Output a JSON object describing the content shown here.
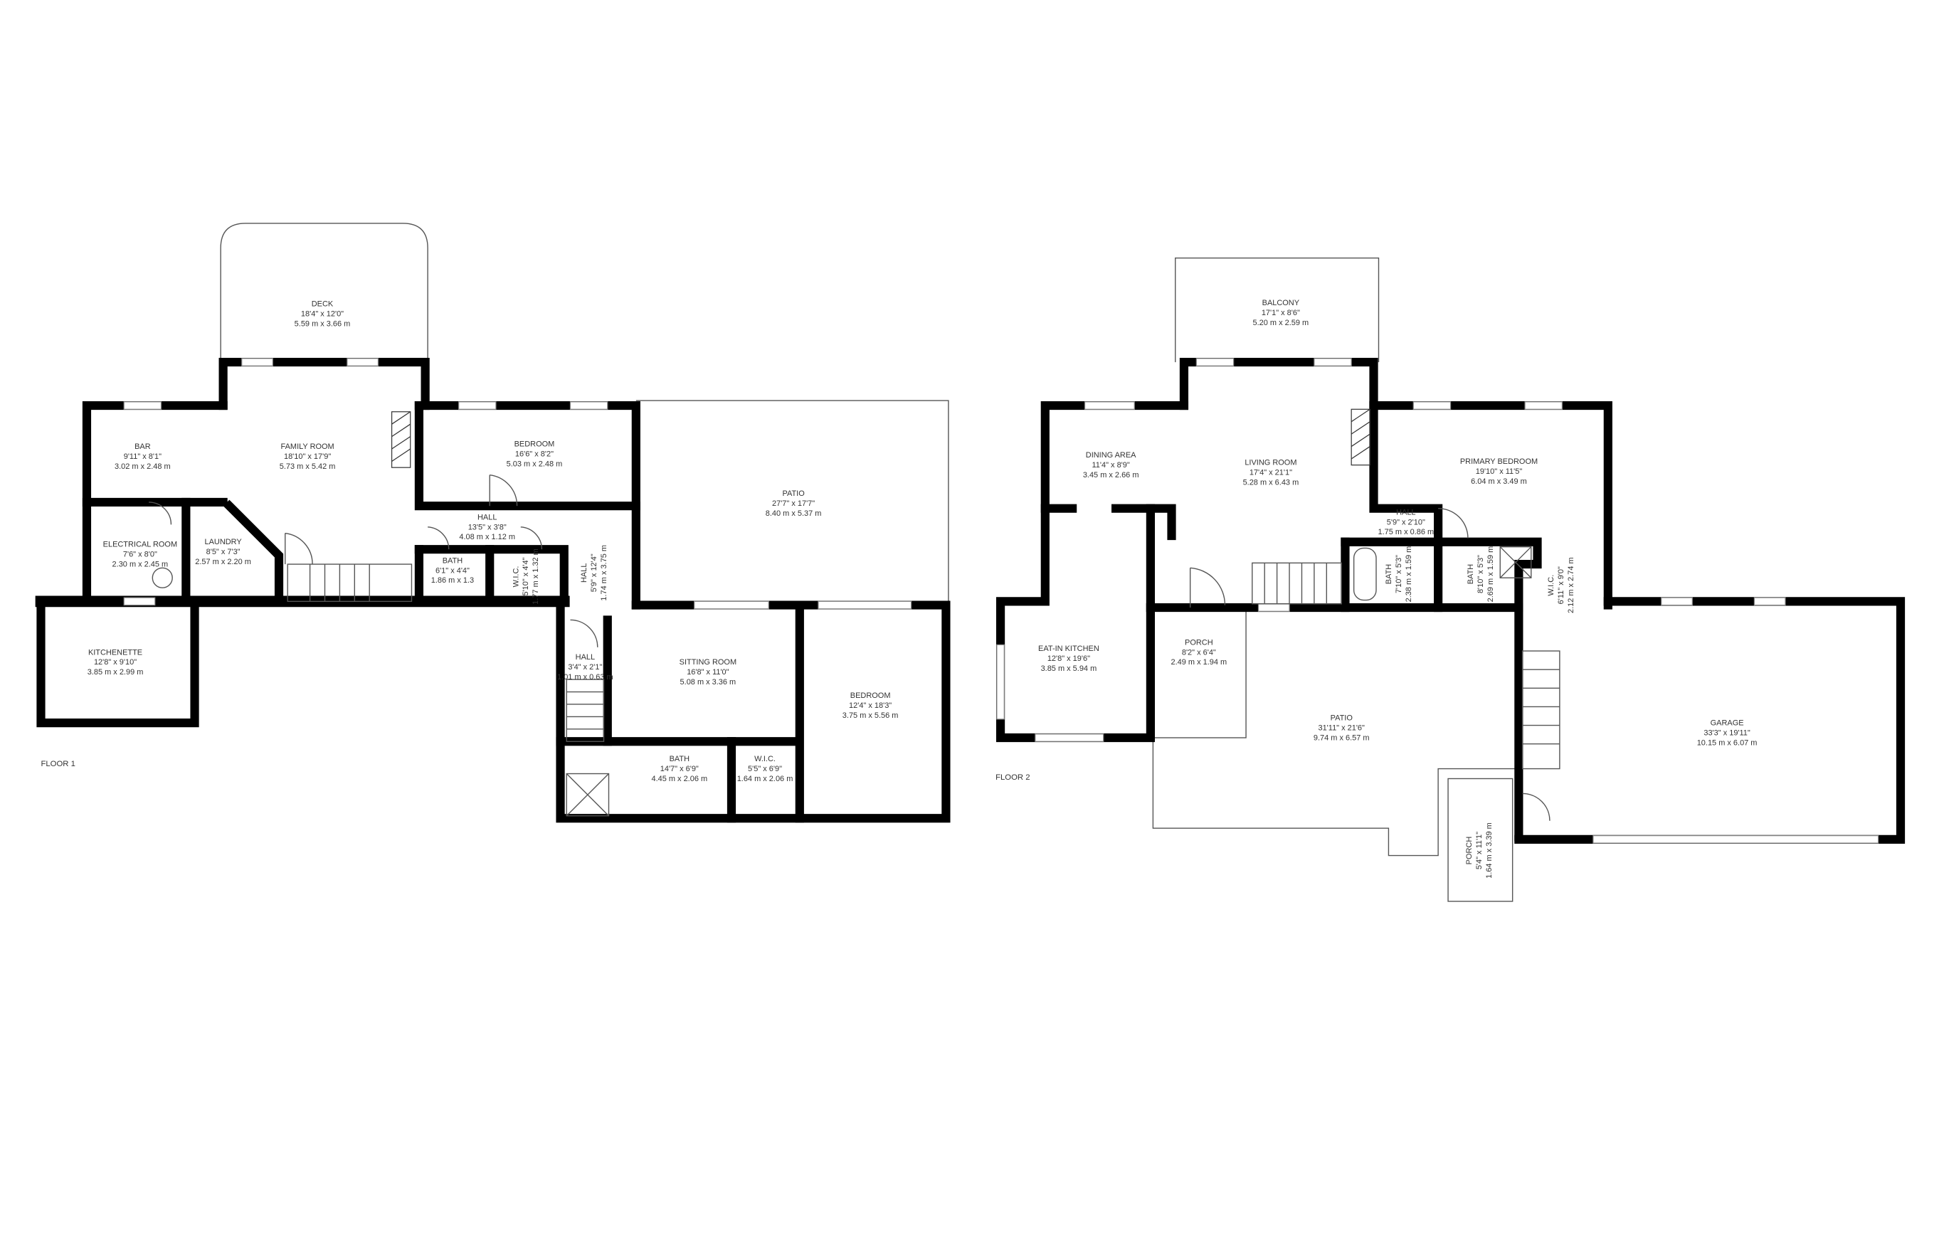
{
  "floor1": {
    "label": "FLOOR 1",
    "rooms": [
      {
        "name": "DECK",
        "imperial": "18'4\" x 12'0\"",
        "metric": "5.59 m x 3.66 m"
      },
      {
        "name": "BAR",
        "imperial": "9'11\" x 8'1\"",
        "metric": "3.02 m x 2.48 m"
      },
      {
        "name": "FAMILY ROOM",
        "imperial": "18'10\" x 17'9\"",
        "metric": "5.73 m x 5.42 m"
      },
      {
        "name": "BEDROOM",
        "imperial": "16'6\" x 8'2\"",
        "metric": "5.03 m x 2.48 m"
      },
      {
        "name": "PATIO",
        "imperial": "27'7\" x 17'7\"",
        "metric": "8.40 m x 5.37 m"
      },
      {
        "name": "ELECTRICAL ROOM",
        "imperial": "7'6\" x 8'0\"",
        "metric": "2.30 m x 2.45 m"
      },
      {
        "name": "LAUNDRY",
        "imperial": "8'5\" x 7'3\"",
        "metric": "2.57 m x 2.20 m"
      },
      {
        "name": "HALL",
        "imperial": "13'5\" x 3'8\"",
        "metric": "4.08 m x 1.12 m"
      },
      {
        "name": "BATH",
        "imperial": "6'1\" x 4'4\"",
        "metric": "1.86 m x 1.3"
      },
      {
        "name": "W.I.C.",
        "imperial": "5'10\" x 4'4\"",
        "metric": "1.77 m x 1.32 m"
      },
      {
        "name": "HALL",
        "imperial": "5'9\" x 12'4\"",
        "metric": "1.74 m x 3.75 m"
      },
      {
        "name": "KITCHENETTE",
        "imperial": "12'8\" x 9'10\"",
        "metric": "3.85 m x 2.99 m"
      },
      {
        "name": "HALL",
        "imperial": "3'4\" x 2'1\"",
        "metric": "1.01 m x 0.63 m"
      },
      {
        "name": "SITTING ROOM",
        "imperial": "16'8\" x 11'0\"",
        "metric": "5.08 m x 3.36 m"
      },
      {
        "name": "BEDROOM",
        "imperial": "12'4\" x 18'3\"",
        "metric": "3.75 m x 5.56 m"
      },
      {
        "name": "BATH",
        "imperial": "14'7\" x 6'9\"",
        "metric": "4.45 m x 2.06 m"
      },
      {
        "name": "W.I.C.",
        "imperial": "5'5\" x 6'9\"",
        "metric": "1.64 m x 2.06 m"
      }
    ]
  },
  "floor2": {
    "label": "FLOOR 2",
    "rooms": [
      {
        "name": "BALCONY",
        "imperial": "17'1\" x 8'6\"",
        "metric": "5.20 m x 2.59 m"
      },
      {
        "name": "DINING AREA",
        "imperial": "11'4\" x 8'9\"",
        "metric": "3.45 m x 2.66 m"
      },
      {
        "name": "LIVING ROOM",
        "imperial": "17'4\" x 21'1\"",
        "metric": "5.28 m x 6.43 m"
      },
      {
        "name": "PRIMARY BEDROOM",
        "imperial": "19'10\" x 11'5\"",
        "metric": "6.04 m x 3.49 m"
      },
      {
        "name": "HALL",
        "imperial": "5'9\" x 2'10\"",
        "metric": "1.75 m x 0.86 m"
      },
      {
        "name": "BATH",
        "imperial": "7'10\" x 5'3\"",
        "metric": "2.38 m x 1.59 m"
      },
      {
        "name": "BATH",
        "imperial": "8'10\" x 5'3\"",
        "metric": "2.69 m x 1.59 m"
      },
      {
        "name": "W.I.C.",
        "imperial": "6'11\" x 9'0\"",
        "metric": "2.12 m x 2.74 m"
      },
      {
        "name": "EAT-IN KITCHEN",
        "imperial": "12'8\" x 19'6\"",
        "metric": "3.85 m x 5.94 m"
      },
      {
        "name": "PORCH",
        "imperial": "8'2\" x 6'4\"",
        "metric": "2.49 m x 1.94 m"
      },
      {
        "name": "PATIO",
        "imperial": "31'11\" x 21'6\"",
        "metric": "9.74 m x 6.57 m"
      },
      {
        "name": "GARAGE",
        "imperial": "33'3\" x 19'11\"",
        "metric": "10.15 m x 6.07 m"
      },
      {
        "name": "PORCH",
        "imperial": "5'4\" x 11'1\"",
        "metric": "1.64 m x 3.39 m"
      }
    ]
  }
}
